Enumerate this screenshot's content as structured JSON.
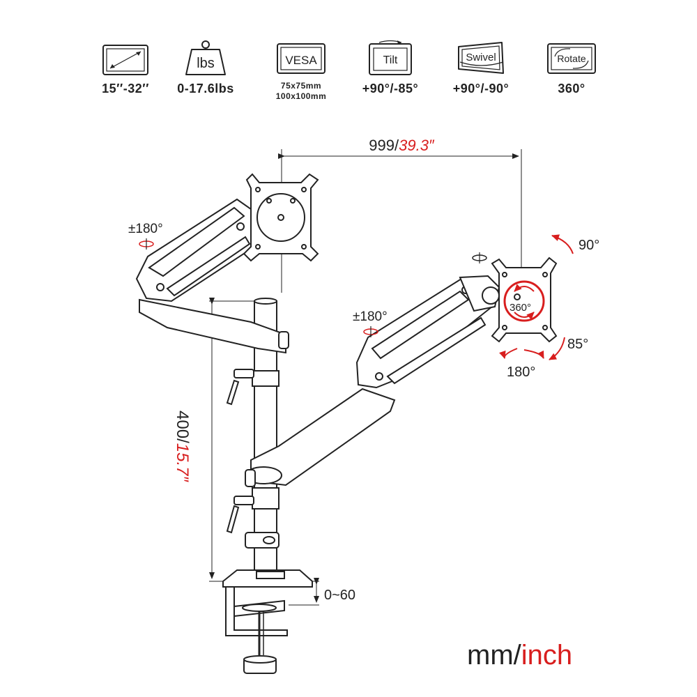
{
  "specs": [
    {
      "icon": "screen-size-icon",
      "label": "15′′-32′′"
    },
    {
      "icon": "weight-icon",
      "icon_text": "lbs",
      "label": "0-17.6lbs"
    },
    {
      "icon": "vesa-icon",
      "icon_text": "VESA",
      "label_lines": [
        "75x75mm",
        "100x100mm"
      ]
    },
    {
      "icon": "tilt-icon",
      "icon_text": "Tilt",
      "label": "+90°/-85°"
    },
    {
      "icon": "swivel-icon",
      "icon_text": "Swivel",
      "label": "+90°/-90°"
    },
    {
      "icon": "rotate-icon",
      "icon_text": "Rotate",
      "label": "360°"
    }
  ],
  "dimensions": {
    "width_mm": "999/",
    "width_in": "39.3″",
    "height_mm": "400/",
    "height_in": "15.7″",
    "clamp_range": "0~60"
  },
  "angles": {
    "left_swivel": "±180°",
    "right_swivel": "±180°",
    "tilt_up": "90°",
    "tilt_down": "85°",
    "swivel": "180°",
    "rotate": "360°"
  },
  "units": {
    "mm": "mm/",
    "inch": "inch"
  },
  "colors": {
    "accent": "#d81e1e",
    "line": "#222222"
  }
}
